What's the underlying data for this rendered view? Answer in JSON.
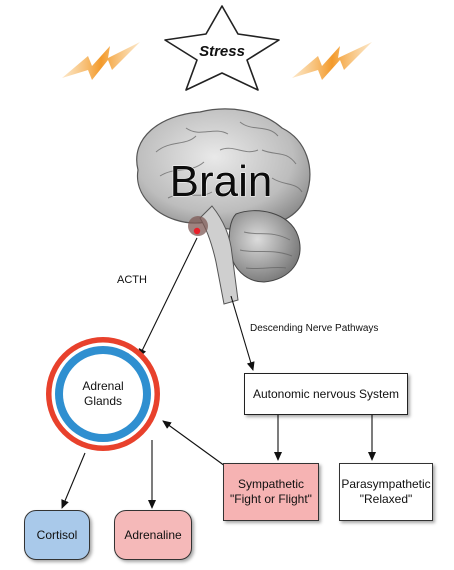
{
  "colors": {
    "star_fill": "#ffffff",
    "lightning": "#f5a623",
    "adrenal_outer_ring": "#e8412c",
    "adrenal_inner_ring": "#2f8fd0",
    "cortisol_fill": "#a9c9ea",
    "adrenaline_fill": "#f5b9b9",
    "sympathetic_fill": "#f6b3b3",
    "arrow": "#111111"
  },
  "stress": {
    "label": "Stress"
  },
  "brain": {
    "title": "Brain"
  },
  "pathways": {
    "acth_label": "ACTH",
    "descending_label": "Descending Nerve Pathways"
  },
  "nodes": {
    "adrenal": {
      "line1": "Adrenal",
      "line2": "Glands"
    },
    "autonomic": {
      "label": "Autonomic nervous System"
    },
    "sympathetic": {
      "line1": "Sympathetic",
      "line2": "\"Fight or Flight\""
    },
    "parasympathetic": {
      "line1": "Parasympathetic",
      "line2": "\"Relaxed\""
    },
    "cortisol": {
      "label": "Cortisol"
    },
    "adrenaline": {
      "label": "Adrenaline"
    }
  }
}
